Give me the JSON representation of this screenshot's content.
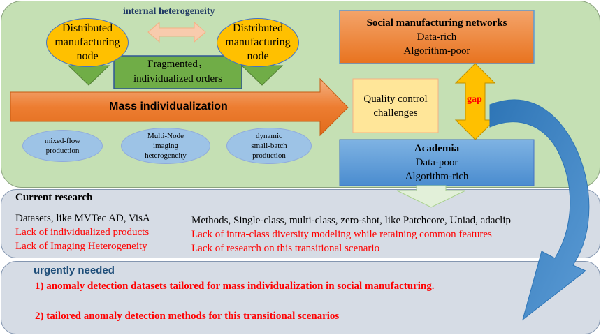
{
  "top": {
    "internal_label": "internal heterogeneity",
    "node_left": [
      "Distributed",
      "manufacturing",
      "node"
    ],
    "node_right": [
      "Distributed",
      "manufacturing",
      "node"
    ],
    "orders": [
      "Fragmented，",
      "individualized  orders"
    ],
    "mass": "Mass individualization",
    "quality": [
      "Quality control",
      "challenges"
    ],
    "ellipses": [
      [
        "mixed-flow",
        "production"
      ],
      [
        "Multi-Node",
        "imaging",
        "heterogeneity"
      ],
      [
        "dynamic",
        "small-batch",
        "production"
      ]
    ],
    "social": {
      "title": "Social manufacturing networks",
      "line1": "Data-rich",
      "line2": "Algorithm-poor"
    },
    "academia": {
      "title": "Academia",
      "line1": "Data-poor",
      "line2": "Algorithm-rich"
    },
    "gap": "gap"
  },
  "research": {
    "title": "Current research",
    "left": [
      "Datasets, like MVTec AD, VisA",
      "Lack of individualized products",
      "Lack of Imaging Heterogeneity"
    ],
    "right": [
      "Methods, Single-class, multi-class, zero-shot, like Patchcore, Uniad, adaclip",
      "Lack of intra-class diversity modeling while retaining common features",
      "Lack of research on this transitional scenario"
    ]
  },
  "needed": {
    "title": "urgently needed",
    "item1": "1) anomaly detection datasets tailored for mass individualization in social manufacturing.",
    "item2": "2) tailored anomaly detection methods for this transitional scenarios"
  },
  "colors": {
    "top_panel": "#c5e0b4",
    "research_panel": "#d6dce5",
    "node": "#ffc000",
    "orange": "#ed7d31",
    "blue_box": "#5b9bd5",
    "red_text": "#ff0000",
    "dark_blue": "#1f4e79",
    "green_box": "#70ad47"
  }
}
